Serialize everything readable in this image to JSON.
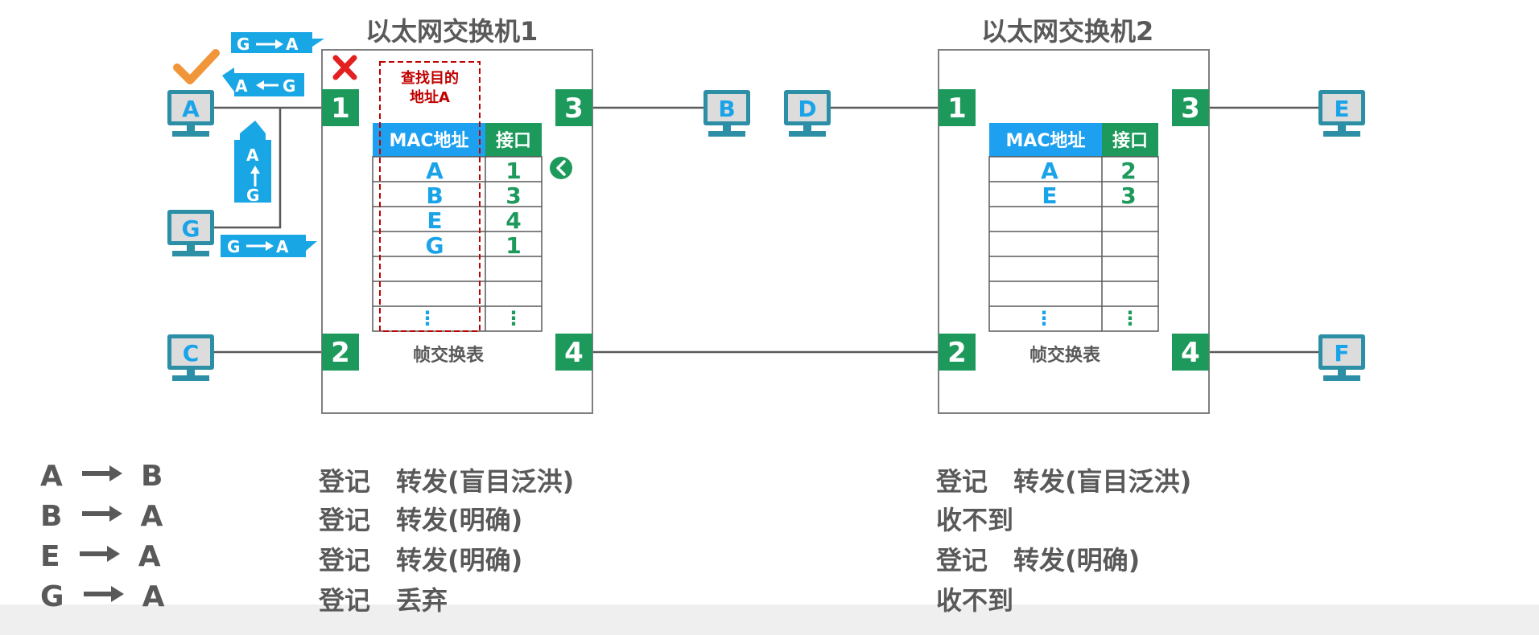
{
  "colors": {
    "port_green": "#1d9a5b",
    "mac_blue": "#1aa3e8",
    "arrow_blue": "#19a6e4",
    "table_header_blue": "#1ea0f0",
    "border_gray": "#7f7f7f",
    "text_gray": "#595959",
    "accent_red": "#c00000",
    "check_orange": "#f0953a",
    "pc_teal": "#2d8fa6"
  },
  "switch1": {
    "title": "以太网交换机1",
    "ports": [
      "1",
      "2",
      "3",
      "4"
    ],
    "table": {
      "header_mac": "MAC地址",
      "header_port": "接口",
      "rows": [
        {
          "mac": "A",
          "port": "1"
        },
        {
          "mac": "B",
          "port": "3"
        },
        {
          "mac": "E",
          "port": "4"
        },
        {
          "mac": "G",
          "port": "1"
        },
        {
          "mac": "",
          "port": ""
        },
        {
          "mac": "",
          "port": ""
        },
        {
          "mac": "⋮",
          "port": "⋮"
        }
      ],
      "label": "帧交换表"
    },
    "lookup_note": {
      "line1": "查找目的",
      "line2": "地址A"
    }
  },
  "switch2": {
    "title": "以太网交换机2",
    "ports": [
      "1",
      "2",
      "3",
      "4"
    ],
    "table": {
      "header_mac": "MAC地址",
      "header_port": "接口",
      "rows": [
        {
          "mac": "A",
          "port": "2"
        },
        {
          "mac": "E",
          "port": "3"
        },
        {
          "mac": "",
          "port": ""
        },
        {
          "mac": "",
          "port": ""
        },
        {
          "mac": "",
          "port": ""
        },
        {
          "mac": "",
          "port": ""
        },
        {
          "mac": "⋮",
          "port": "⋮"
        }
      ],
      "label": "帧交换表"
    }
  },
  "hosts": {
    "A": "A",
    "G": "G",
    "C": "C",
    "B": "B",
    "D": "D",
    "E": "E",
    "F": "F"
  },
  "frames": {
    "g_to_a_1": {
      "src": "G",
      "dst": "A"
    },
    "a_to_g": {
      "left": "A",
      "right": "G"
    },
    "g_to_a_vertical": {
      "bottom": "G",
      "top": "A"
    },
    "g_to_a_2": {
      "src": "G",
      "dst": "A"
    }
  },
  "icons": {
    "check": "check-icon",
    "cross": "cross-icon",
    "chevron": "chevron-left-icon"
  },
  "summary": [
    {
      "src": "A",
      "dst": "B",
      "switch1": "登记　转发(盲目泛洪)",
      "switch2": "登记　转发(盲目泛洪)"
    },
    {
      "src": "B",
      "dst": "A",
      "switch1": "登记　转发(明确)",
      "switch2": "收不到"
    },
    {
      "src": "E",
      "dst": "A",
      "switch1": "登记　转发(明确)",
      "switch2": "登记　转发(明确)"
    },
    {
      "src": "G",
      "dst": "A",
      "switch1": "登记　丢弃",
      "switch2": "收不到"
    }
  ]
}
